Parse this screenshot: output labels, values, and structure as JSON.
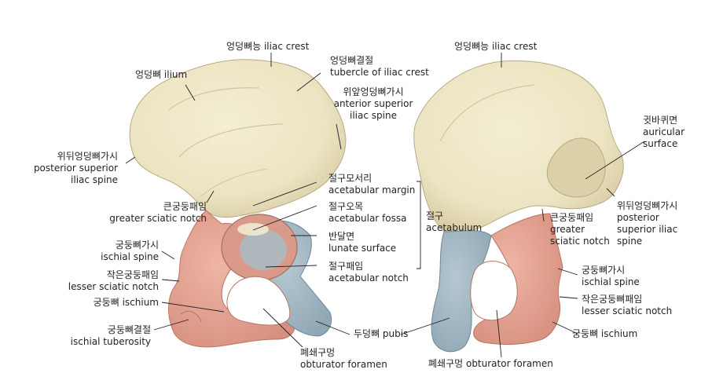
{
  "colors": {
    "ilium": "#ece4c2",
    "ilium_shade": "#cfc39b",
    "ischium": "#e8a898",
    "ischium_shade": "#c98373",
    "pubis": "#a8bcc6",
    "pubis_shade": "#7f98a6",
    "leader": "#231f20",
    "text": "#231f20"
  },
  "lateral_view": {
    "iliac_crest": "엉덩뼈능 iliac crest",
    "ilium": "엉덩뼈 ilium",
    "tubercle_ko": "엉덩뼈결절",
    "tubercle_en": "tubercle of iliac crest",
    "asis_ko": "위앞엉덩뼈가시",
    "asis_en1": "anterior superior",
    "asis_en2": "iliac spine",
    "psis_ko": "위뒤엉덩뼈가시",
    "psis_en1": "posterior superior",
    "psis_en2": "iliac spine",
    "gsn_ko": "큰궁둥패임",
    "gsn_en": "greater sciatic notch",
    "isp_ko": "궁둥뼈가시",
    "isp_en": "ischial spine",
    "lsn_ko": "작은궁둥패임",
    "lsn_en": "lesser sciatic notch",
    "ischium": "궁둥뼈 ischium",
    "ituber_ko": "궁둥뼈결절",
    "ituber_en": "ischial tuberosity",
    "am_ko": "절구모서리",
    "am_en": "acetabular margin",
    "af_ko": "절구오목",
    "af_en": "acetabular fossa",
    "ls_ko": "반달면",
    "ls_en": "lunate surface",
    "an_ko": "절구패임",
    "an_en": "acetabular notch",
    "acet_ko": "절구",
    "acet_en": "acetabulum",
    "pubis": "두덩뼈 pubis",
    "of_ko": "폐쇄구멍",
    "of_en": "obturator foramen"
  },
  "medial_view": {
    "iliac_crest": "엉덩뼈능 iliac crest",
    "aur_ko": "귓바퀴면",
    "aur_en1": "auricular",
    "aur_en2": "surface",
    "gsn_ko": "큰궁둥패임",
    "gsn_en1": "greater",
    "gsn_en2": "sciatic notch",
    "psis_ko": "위뒤엉덩뼈가시",
    "psis_en1": "posterior",
    "psis_en2": "superior iliac",
    "psis_en3": "spine",
    "isp_ko": "궁둥뼈가시",
    "isp_en": "ischial spine",
    "lsn_ko": "작은궁둥뼈패임",
    "lsn_en": "lesser sciatic notch",
    "ischium": "궁둥뼈 ischium",
    "of": "폐쇄구멍 obturator foramen"
  }
}
